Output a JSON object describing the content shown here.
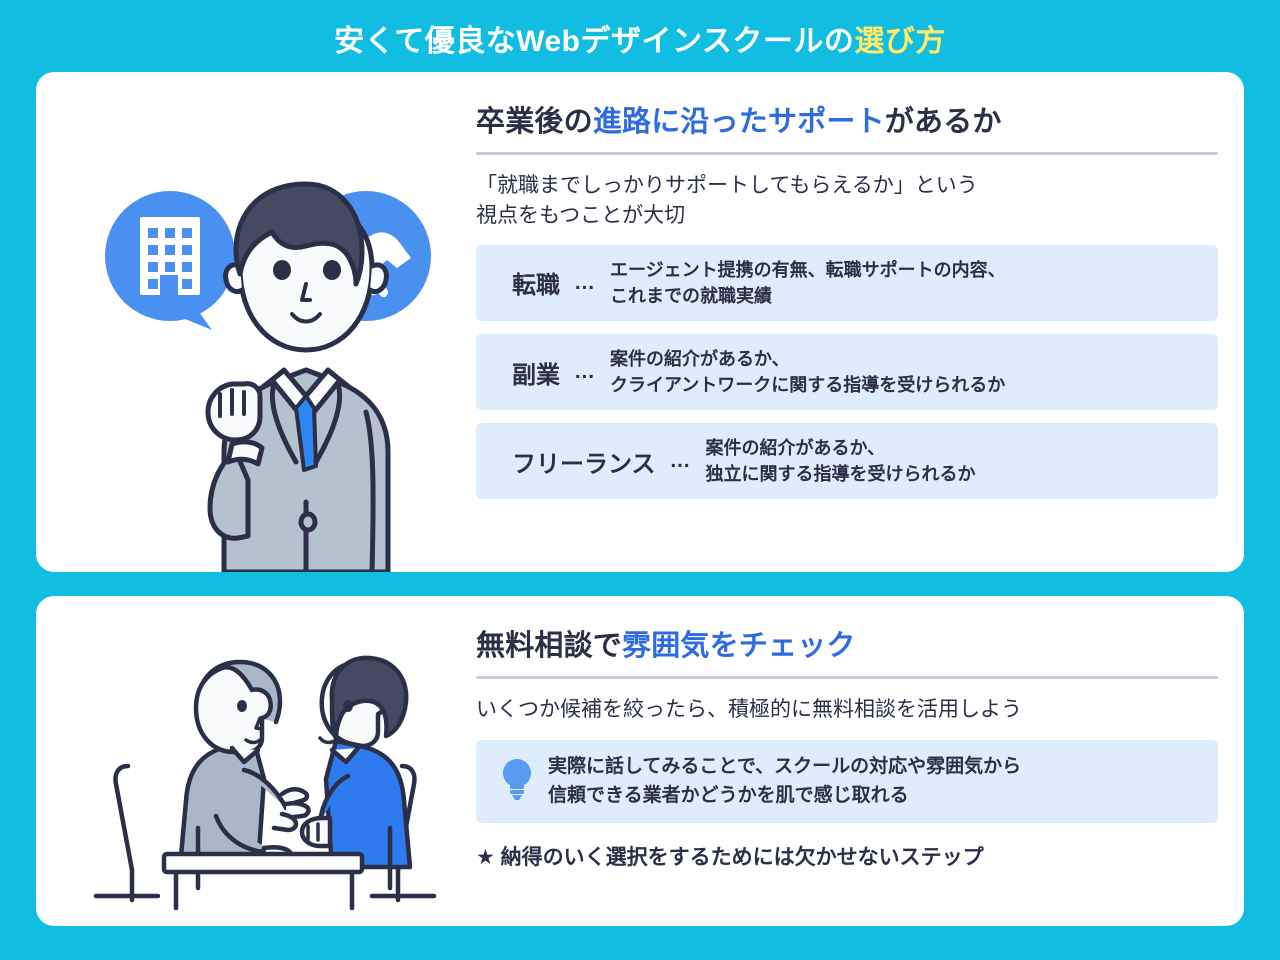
{
  "title": {
    "main": "安くて優良なWebデザインスクールの",
    "highlight": "選び方",
    "color_bg": "#12BDE2",
    "color_highlight": "#FFE96B"
  },
  "colors": {
    "background": "#12BDE2",
    "card": "#FFFFFF",
    "accent_blue": "#2F6BE0",
    "icon_blue": "#4A90F0",
    "infobox_bg": "#DDEDFB",
    "text_dark": "#2B3048",
    "divider": "#C9CCDC"
  },
  "sections": [
    {
      "heading_pre": "卒業後の",
      "heading_hl": "進路に沿ったサポート",
      "heading_post": "があるか",
      "lead": "「就職までしっかりサポートしてもらえるか」という\n視点をもつことが大切",
      "illustration": "businessman-with-speech-bubbles",
      "bubbles": [
        {
          "icon": "building-icon"
        },
        {
          "icon": "handshake-icon"
        }
      ],
      "items": [
        {
          "term": "転職",
          "dots": "…",
          "desc": "エージェント提携の有無、転職サポートの内容、\nこれまでの就職実績"
        },
        {
          "term": "副業",
          "dots": "…",
          "desc": "案件の紹介があるか、\nクライアントワークに関する指導を受けられるか"
        },
        {
          "term": "フリーランス",
          "dots": "…",
          "desc": "案件の紹介があるか、\n独立に関する指導を受けられるか"
        }
      ]
    },
    {
      "heading_pre": "無料相談で",
      "heading_hl": "雰囲気をチェック",
      "heading_post": "",
      "lead": "いくつか候補を絞ったら、積極的に無料相談を活用しよう",
      "illustration": "two-people-meeting-at-table",
      "bulb": {
        "icon": "lightbulb-icon",
        "text": "実際に話してみることで、スクールの対応や雰囲気から\n信頼できる業者かどうかを肌で感じ取れる"
      },
      "star_note": "★ 納得のいく選択をするためには欠かせないステップ"
    }
  ]
}
